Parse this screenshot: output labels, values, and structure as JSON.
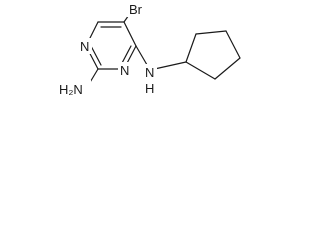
{
  "molecule": {
    "atoms": {
      "br": "Br",
      "n_ring_top": "N",
      "n_ring_bottom": "N",
      "amine_h2n": "H₂N",
      "amine_nh_h": "H",
      "amine_nh_n": "N"
    }
  },
  "colors": {
    "bond": "#1a1a1a",
    "label": "#1a1a1a",
    "background": "#ffffff"
  }
}
